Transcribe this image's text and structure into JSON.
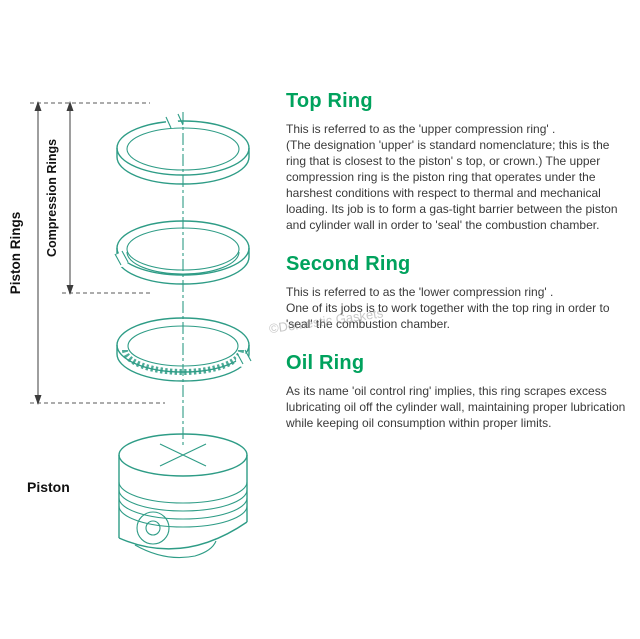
{
  "diagram": {
    "labels": {
      "piston_rings": "Piston Rings",
      "compression_rings": "Compression Rings",
      "piston": "Piston"
    },
    "parts": [
      "top-ring",
      "second-ring",
      "oil-ring",
      "piston"
    ]
  },
  "sections": [
    {
      "title": "Top Ring",
      "body": "This is referred to as the 'upper compression ring' .\n(The designation 'upper' is standard nomenclature; this is the ring that is closest to the piston' s top, or crown.) The upper compression ring is the piston ring that operates under the harshest  conditions with respect to thermal and mechanical loading. Its job is to form a gas-tight barrier between the piston and cylinder wall in order to 'seal' the combustion chamber."
    },
    {
      "title": "Second Ring",
      "body": "This is referred to as the 'lower compression ring' .\nOne of its jobs is to work together with the top ring in order to 'seal' the combustion chamber."
    },
    {
      "title": "Oil Ring",
      "body": "As its name 'oil control ring' implies, this ring scrapes excess lubricating oil off the cylinder wall, maintaining proper lubrication while keeping oil consumption within proper limits."
    }
  ],
  "watermark": "©Domestic Gaskets",
  "colors": {
    "heading_green": "#00a25d",
    "diagram_teal": "#2e9c86",
    "dimension_gray": "#3c3c3c",
    "body_text": "#3a3a3a",
    "watermark_gray": "#9a9a9a"
  }
}
